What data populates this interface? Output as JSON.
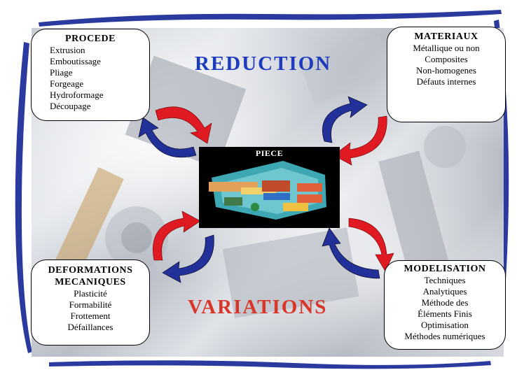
{
  "center": {
    "label": "PIECE"
  },
  "top_word": "REDUCTION",
  "bottom_word": "VARIATIONS",
  "boxes": {
    "procede": {
      "title": "PROCEDE",
      "items": [
        "Extrusion",
        "Emboutissage",
        "Pliage",
        "Forgeage",
        "Hydroformage",
        "Découpage"
      ]
    },
    "materiaux": {
      "title": "MATERIAUX",
      "items": [
        "Métallique ou non",
        "Composites",
        "Non-homogenes",
        "Défauts internes"
      ]
    },
    "deformations": {
      "title_line1": "DEFORMATIONS",
      "title_line2": "MECANIQUES",
      "items": [
        "Plasticité",
        "Formabilité",
        "Frottement",
        "Défaillances"
      ]
    },
    "modelisation": {
      "title": "MODELISATION",
      "items": [
        "Techniques",
        "Analytiques",
        "Méthode des",
        "Éléments Finis",
        "Optimisation",
        "Méthodes numériques"
      ]
    }
  },
  "colors": {
    "frame_blue": "#2a3a9e",
    "arrow_red": "#e01a22",
    "arrow_blue": "#22309a",
    "reduction": "#1f3bbd",
    "variations": "#d9362a"
  }
}
